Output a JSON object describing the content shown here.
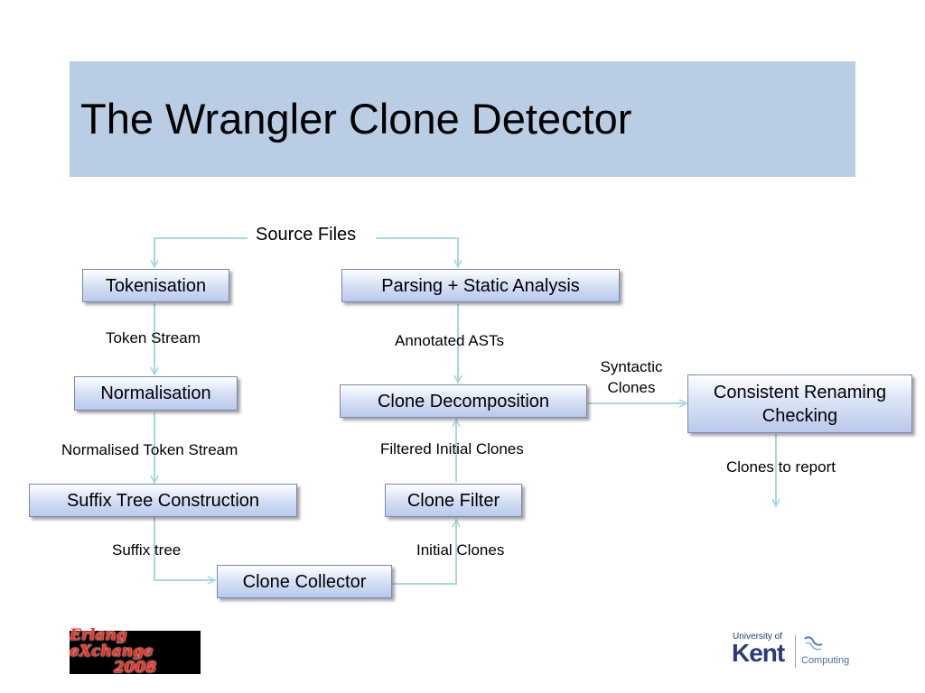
{
  "slide": {
    "title": "The Wrangler Clone Detector"
  },
  "diagram": {
    "nodes": {
      "tokenisation": "Tokenisation",
      "parsing": "Parsing + Static Analysis",
      "normalisation": "Normalisation",
      "clone_decomposition": "Clone Decomposition",
      "consistent_renaming_l1": "Consistent Renaming",
      "consistent_renaming_l2": "Checking",
      "suffix_tree_construction": "Suffix Tree Construction",
      "clone_filter": "Clone Filter",
      "clone_collector": "Clone Collector"
    },
    "labels": {
      "source_files": "Source Files",
      "token_stream": "Token Stream",
      "annotated_asts": "Annotated ASTs",
      "syntactic_l1": "Syntactic",
      "syntactic_l2": "Clones",
      "normalised_token_stream": "Normalised Token Stream",
      "filtered_initial_clones": "Filtered Initial Clones",
      "clones_to_report": "Clones to report",
      "suffix_tree": "Suffix tree",
      "initial_clones": "Initial Clones"
    },
    "edge_color": "#a6d8dc"
  },
  "logos": {
    "erlang_line1": "Erlang eXchange",
    "erlang_line2": "2008",
    "kent_university_of": "University of",
    "kent_name": "Kent",
    "kent_department": "Computing"
  }
}
